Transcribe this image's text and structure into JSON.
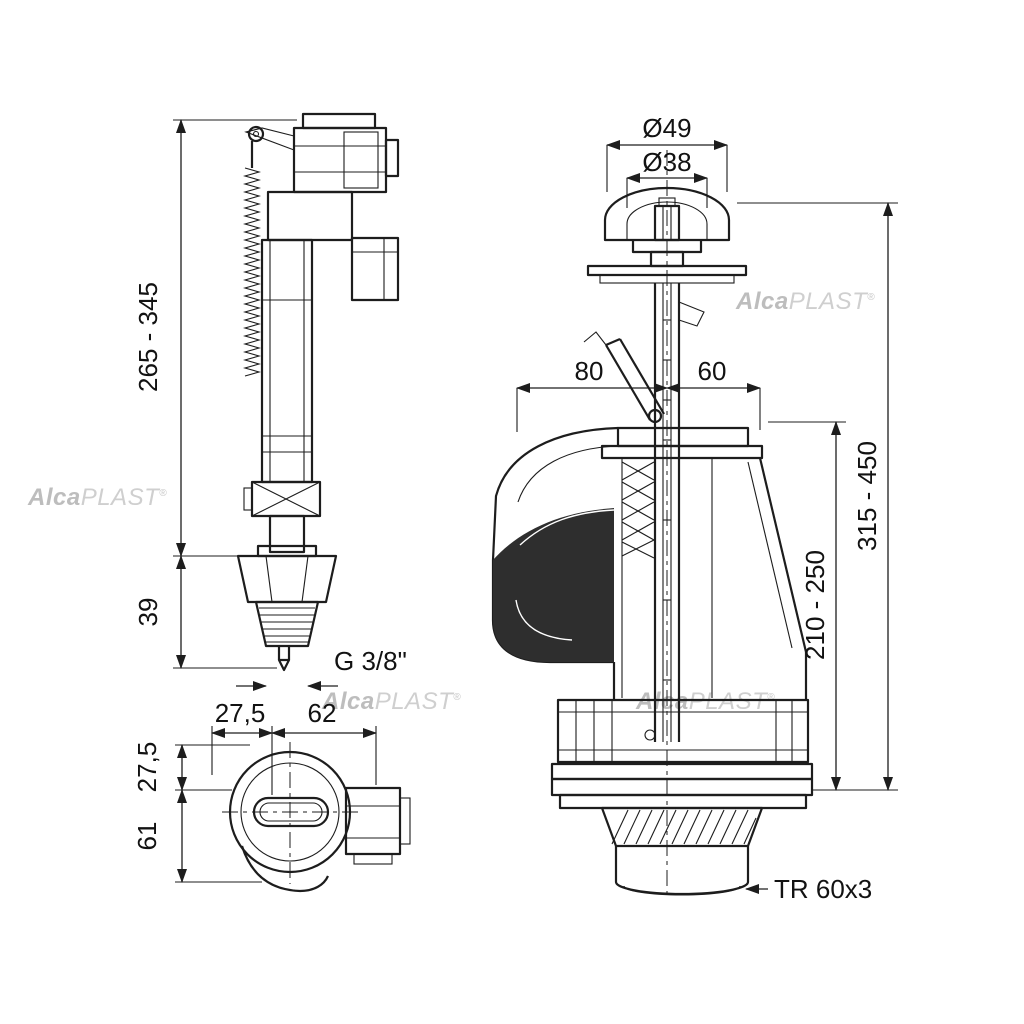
{
  "drawing": {
    "stroke_color": "#1d1d1d",
    "background": "#ffffff"
  },
  "watermark": {
    "alca": "Alca",
    "plast": "PLAST",
    "reg": "®",
    "color": "#c4c4c4"
  },
  "fill_valve": {
    "dim_total_height": "265 - 345",
    "dim_shank": "39",
    "thread_label": "G 3/8\"",
    "top_view": {
      "dim_w_left": "27,5",
      "dim_w_right": "62",
      "dim_h_top": "27,5",
      "dim_h_bottom": "61"
    }
  },
  "flush_valve": {
    "dim_button_outer": "Ø49",
    "dim_button_inner": "Ø38",
    "dim_left": "80",
    "dim_right": "60",
    "dim_adjust": "210 - 250",
    "dim_total": "315 - 450",
    "thread_label": "TR 60x3"
  }
}
